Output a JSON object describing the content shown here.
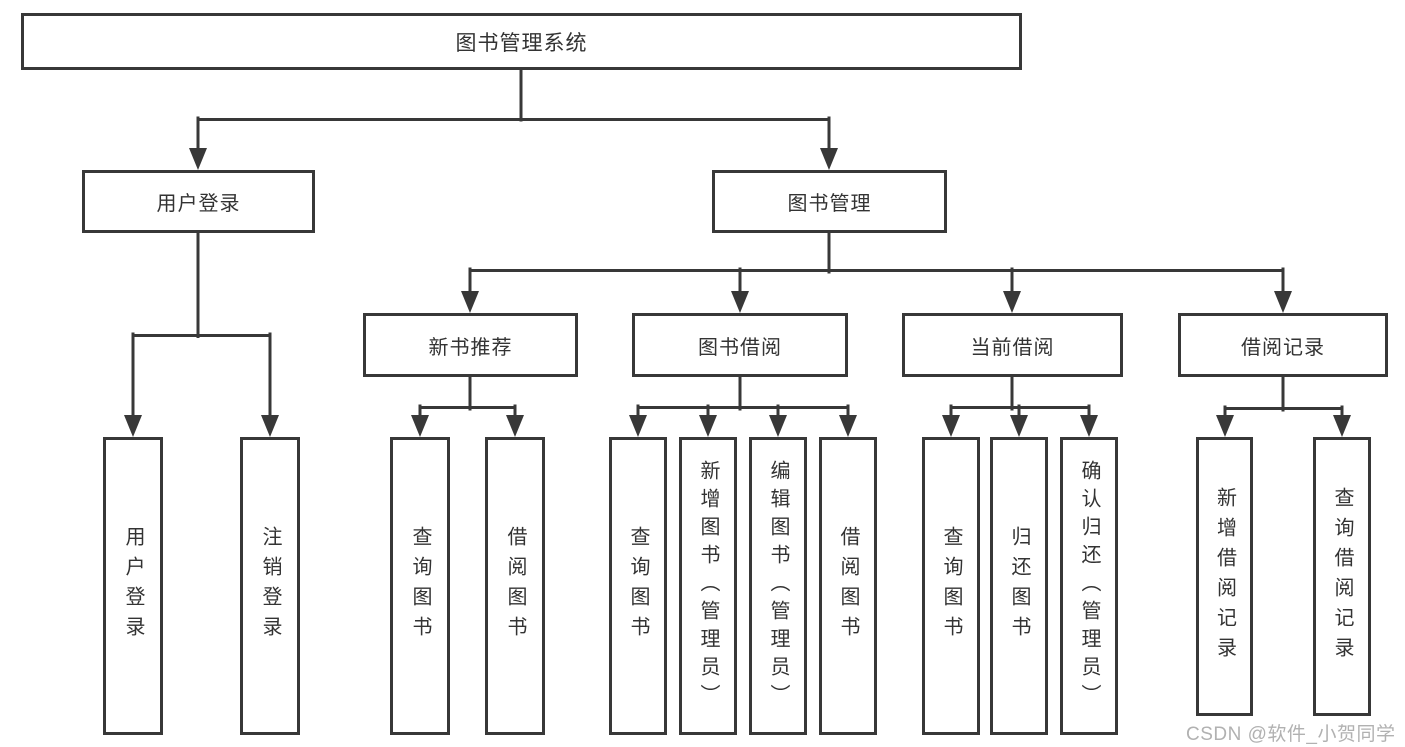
{
  "colors": {
    "line": "#383838",
    "box_border": "#383838",
    "box_background": "#ffffff",
    "text": "#333333",
    "page_background": "#ffffff",
    "watermark": "#b1b1b1"
  },
  "tree": {
    "root": {
      "label": "图书管理系统"
    },
    "branches": [
      {
        "label": "用户登录",
        "children": [
          {
            "label": "用户登录"
          },
          {
            "label": "注销登录"
          }
        ]
      },
      {
        "label": "图书管理",
        "children": [
          {
            "label": "新书推荐",
            "children": [
              {
                "label": "查询图书"
              },
              {
                "label": "借阅图书"
              }
            ]
          },
          {
            "label": "图书借阅",
            "children": [
              {
                "label": "查询图书"
              },
              {
                "label": "新增图书（管理员）"
              },
              {
                "label": "编辑图书（管理员）"
              },
              {
                "label": "借阅图书"
              }
            ]
          },
          {
            "label": "当前借阅",
            "children": [
              {
                "label": "查询图书"
              },
              {
                "label": "归还图书"
              },
              {
                "label": "确认归还（管理员）"
              }
            ]
          },
          {
            "label": "借阅记录",
            "children": [
              {
                "label": "新增借阅记录"
              },
              {
                "label": "查询借阅记录"
              }
            ]
          }
        ]
      }
    ]
  },
  "watermark": "CSDN @软件_小贺同学"
}
